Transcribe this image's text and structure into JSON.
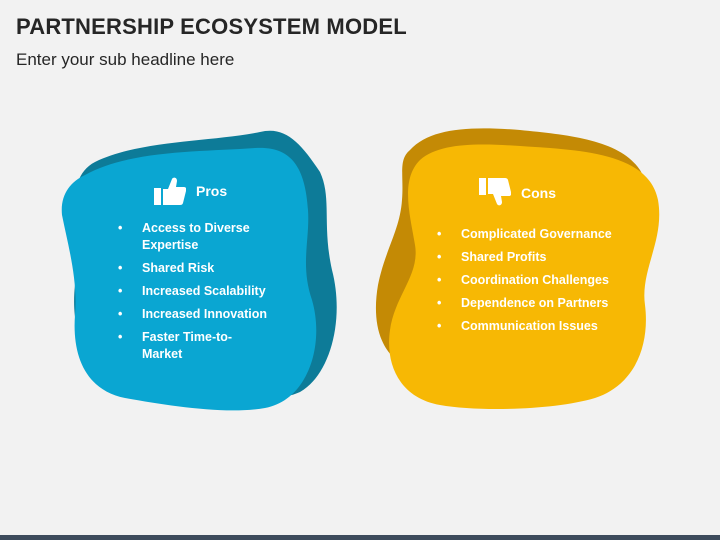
{
  "slide": {
    "title": "PARTNERSHIP ECOSYSTEM MODEL",
    "subtitle": "Enter your sub headline here"
  },
  "colors": {
    "pros_fill": "#0aa6d2",
    "pros_shadow": "#0d7b98",
    "cons_fill": "#f7b804",
    "cons_shadow": "#c48a05",
    "text": "#ffffff",
    "background": "#f2f2f2",
    "bottom_bar": "#3d4b5c"
  },
  "pros": {
    "icon": "thumbs-up-icon",
    "label": "Pros",
    "items": [
      "Access to Diverse Expertise",
      "Shared Risk",
      "Increased Scalability",
      "Increased Innovation",
      "Faster Time-to-Market"
    ]
  },
  "cons": {
    "icon": "thumbs-down-icon",
    "label": "Cons",
    "items": [
      "Complicated Governance",
      "Shared Profits",
      "Coordination Challenges",
      "Dependence on Partners",
      "Communication Issues"
    ]
  }
}
